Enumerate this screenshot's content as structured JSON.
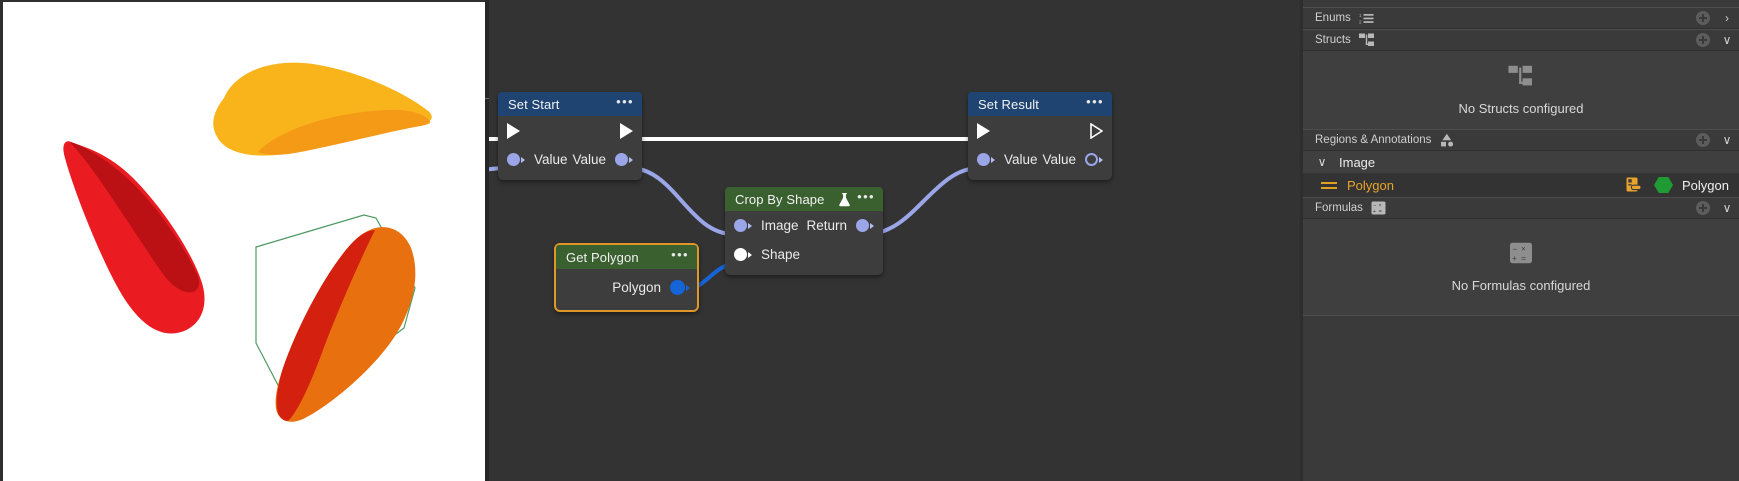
{
  "image_viewer": {
    "name": "image-viewport",
    "background": "#ffffff",
    "shapes": [
      {
        "name": "yellow-petal",
        "fill": "#f9b41c",
        "shadow_fill": "#f59a17"
      },
      {
        "name": "red-petal",
        "fill": "#ea1c22",
        "shadow_fill": "#bb1114"
      },
      {
        "name": "orange-petal",
        "fill": "#e8700f",
        "shadow_fill": "#d3200f"
      },
      {
        "name": "polygon-annotation-outline",
        "stroke": "#4f9a63"
      }
    ]
  },
  "graph": {
    "background": "#333333",
    "wire_colors": {
      "exec": "#ffffff",
      "data": "#9aa6e8",
      "polygon": "#1565d8"
    },
    "nodes": [
      {
        "id": "set-start",
        "title": "Set Start",
        "header_color": "#1f4472",
        "menu": "•••",
        "selected": false,
        "exec_in": true,
        "exec_out": true,
        "inputs": [
          {
            "label": "Value",
            "pin": "blueish"
          }
        ],
        "outputs": [
          {
            "label": "Value",
            "pin": "blueish"
          }
        ]
      },
      {
        "id": "crop-by-shape",
        "title": "Crop By Shape",
        "header_color": "#39602e",
        "header_icon": "flask-icon",
        "menu": "•••",
        "selected": false,
        "exec_in": false,
        "exec_out": false,
        "inputs": [
          {
            "label": "Image",
            "pin": "blueish"
          },
          {
            "label": "Shape",
            "pin": "white"
          }
        ],
        "outputs": [
          {
            "label": "Return",
            "pin": "blueish"
          }
        ]
      },
      {
        "id": "get-polygon",
        "title": "Get Polygon",
        "header_color": "#39602e",
        "menu": "•••",
        "selected": true,
        "selection_color": "#e0972a",
        "exec_in": false,
        "exec_out": false,
        "inputs": [],
        "outputs": [
          {
            "label": "Polygon",
            "pin": "solidblue"
          }
        ]
      },
      {
        "id": "set-result",
        "title": "Set Result",
        "header_color": "#1f4472",
        "menu": "•••",
        "selected": false,
        "exec_in": true,
        "exec_out": true,
        "exec_out_hollow": true,
        "inputs": [
          {
            "label": "Value",
            "pin": "blueish"
          }
        ],
        "outputs": [
          {
            "label": "Value",
            "pin": "hollow"
          }
        ]
      }
    ]
  },
  "right_panel": {
    "sections": [
      {
        "id": "enums",
        "title": "Enums",
        "icon": "enum-list-icon",
        "add_label": "+",
        "chevron": "›",
        "expanded": false
      },
      {
        "id": "structs",
        "title": "Structs",
        "icon": "struct-tree-icon",
        "add_label": "+",
        "chevron": "∨",
        "expanded": true,
        "empty_text": "No Structs configured",
        "empty_icon": "struct-tree-icon"
      },
      {
        "id": "regions-annotations",
        "title": "Regions & Annotations",
        "icon": "shapes-icon",
        "add_label": "+",
        "chevron": "∨",
        "expanded": true,
        "tree": [
          {
            "label": "Image",
            "chevron": "∨",
            "expanded": true,
            "rows": [
              {
                "name": "Polygon",
                "type": "Polygon",
                "grip": "drag-handle-icon",
                "link_icon": "region-link-icon",
                "shape_icon": "hexagon-icon",
                "name_color": "#e8a32c",
                "shape_color": "#1e9c33"
              }
            ]
          }
        ]
      },
      {
        "id": "formulas",
        "title": "Formulas",
        "icon": "calculator-icon",
        "add_label": "+",
        "chevron": "∨",
        "expanded": true,
        "empty_text": "No Formulas configured",
        "empty_icon": "calculator-icon"
      }
    ]
  }
}
